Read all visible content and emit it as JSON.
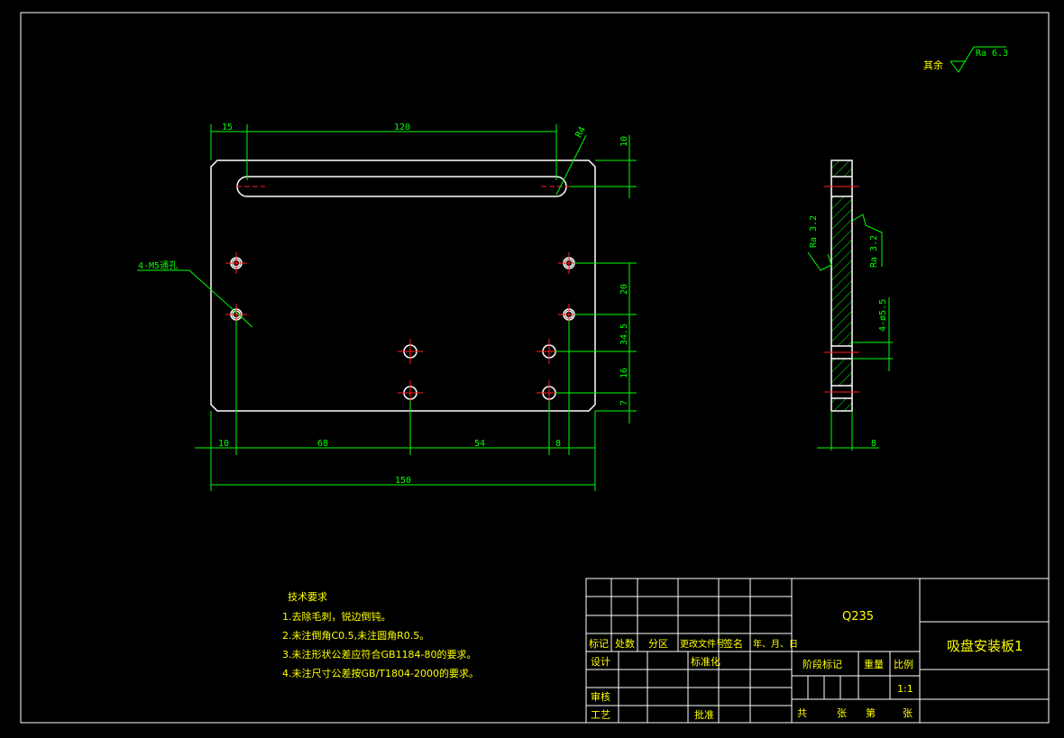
{
  "part_view": {
    "dims": {
      "d15": "15",
      "d120": "120",
      "r4": "R4",
      "d10v": "10",
      "d20": "20",
      "d34_5": "34.5",
      "d16": "16",
      "d7": "7",
      "b10": "10",
      "b68": "68",
      "b54": "54",
      "b8": "8",
      "b150": "150",
      "holes_note": "4-M5通孔"
    }
  },
  "side_view": {
    "ra_left": "Ra 3.2",
    "ra_right": "Ra 3.2",
    "holes_note": "4-ø5.5",
    "thickness": "8"
  },
  "roughness": {
    "label": "其余",
    "value": "Ra 6.3"
  },
  "tech_requirements": {
    "title": "技术要求",
    "items": [
      "1.去除毛刺，锐边倒钝。",
      "2.未注倒角C0.5,未注圆角R0.5。",
      "3.未注形状公差应符合GB1184-80的要求。",
      "4.未注尺寸公差按GB/T1804-2000的要求。"
    ]
  },
  "title_block": {
    "material": "Q235",
    "part_name": "吸盘安装板1",
    "headers": [
      "标记",
      "处数",
      "分区",
      "更改文件号",
      "签名",
      "年、月、日"
    ],
    "design": "设计",
    "standardization": "标准化",
    "review": "审核",
    "process": "工艺",
    "approve": "批准",
    "stage_mark": "阶段标记",
    "weight": "重量",
    "scale": "比例",
    "scale_value": "1:1",
    "total": "共",
    "sheets": "张",
    "sheet_no": "第",
    "sheet_unit": "张"
  }
}
